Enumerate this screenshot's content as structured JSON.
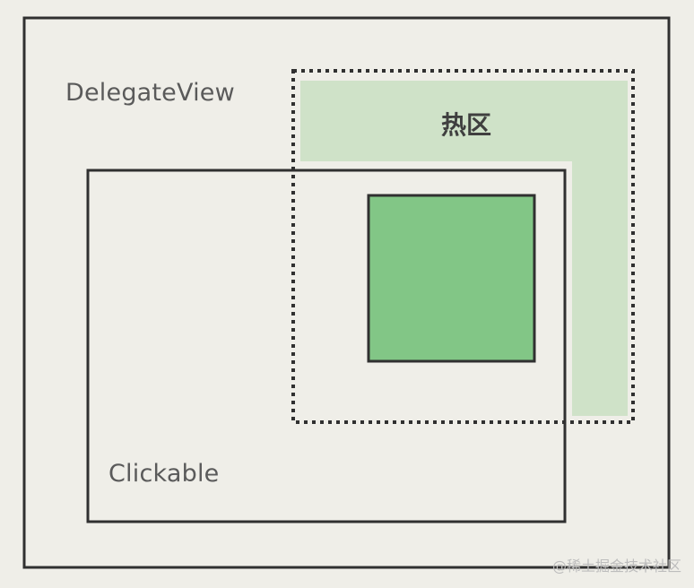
{
  "labels": {
    "delegate_view": "DelegateView",
    "hot_zone": "热区",
    "clickable": "Clickable"
  },
  "watermark": "@稀土掘金技术社区",
  "colors": {
    "background": "#efeee8",
    "outline": "#303030",
    "hot_zone_fill": "#cfe2c8",
    "target_fill": "#82c686",
    "label_text": "#5a5a5a",
    "hot_zone_text": "#3f3f3f",
    "watermark_text": "#bdbdbd"
  }
}
